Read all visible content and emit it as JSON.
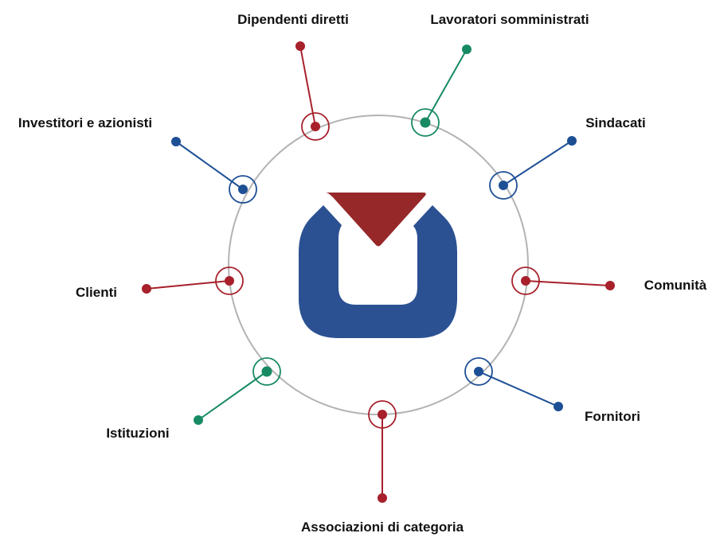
{
  "diagram": {
    "center_logo": "company-logo",
    "colors": {
      "ring": "#b3b3b3",
      "red": "#a7202b",
      "blue": "#1d4f95",
      "green": "#178a63",
      "logo_blue": "#2b5192",
      "logo_red": "#97282a"
    },
    "stakeholders": [
      {
        "id": "dipendenti-diretti",
        "label": "Dipendenti diretti",
        "color": "red"
      },
      {
        "id": "lavoratori-somministrati",
        "label": "Lavoratori somministrati",
        "color": "green"
      },
      {
        "id": "sindacati",
        "label": "Sindacati",
        "color": "blue"
      },
      {
        "id": "comunita",
        "label": "Comunità",
        "color": "red"
      },
      {
        "id": "fornitori",
        "label": "Fornitori",
        "color": "blue"
      },
      {
        "id": "associazioni-di-categoria",
        "label": "Associazioni di categoria",
        "color": "red"
      },
      {
        "id": "istituzioni",
        "label": "Istituzioni",
        "color": "green"
      },
      {
        "id": "clienti",
        "label": "Clienti",
        "color": "red"
      },
      {
        "id": "investitori-e-azionisti",
        "label": "Investitori e azionisti",
        "color": "blue"
      }
    ]
  }
}
